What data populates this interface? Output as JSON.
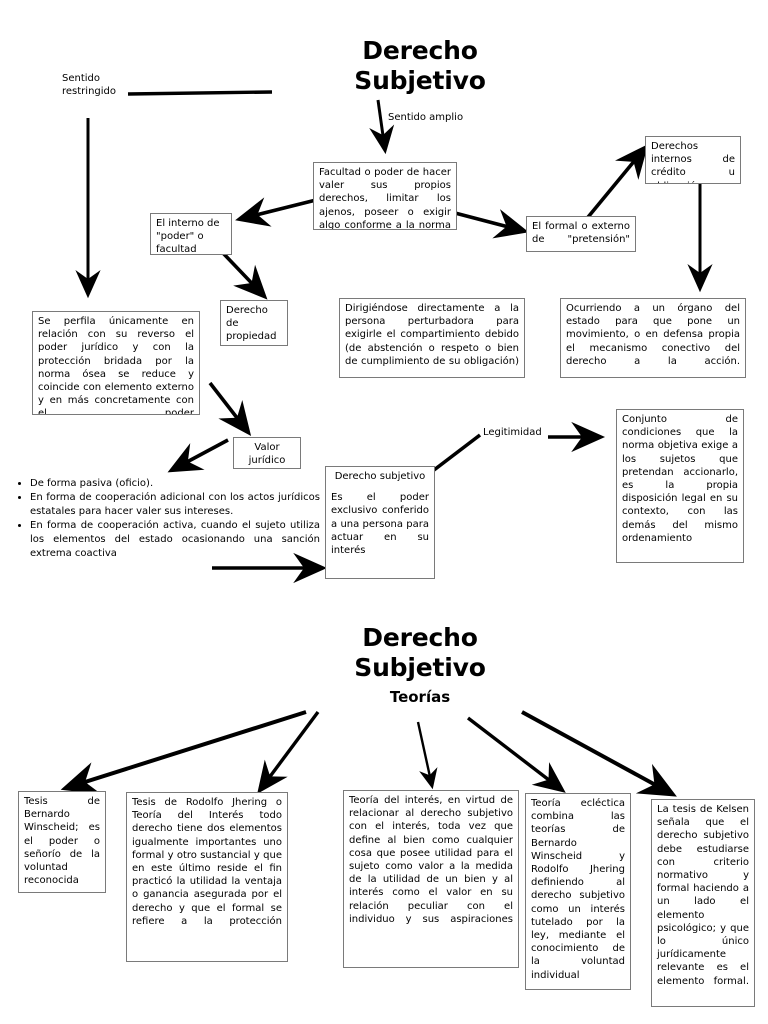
{
  "top_section": {
    "title": "Derecho\nSubjetivo",
    "title_line1": "Derecho",
    "title_line2": "Subjetivo",
    "labels": {
      "sentido_restringido": "Sentido\nrestringido",
      "sentido_amplio": "Sentido amplio",
      "legitimidad": "Legitimidad"
    },
    "boxes": {
      "facultad": "Facultad o poder de hacer valer sus propios derechos, limitar los ajenos, poseer o exigir algo conforme a la norma jurídica",
      "interno": "El interno de \"poder\" o facultad",
      "formal_externo": "El formal o externo de \"pretensión\"",
      "derechos_internos": "Derechos internos de crédito u obligación",
      "se_perfila": "Se perfila únicamente en relación con su reverso el poder jurídico y con la protección bridada por la norma ósea se reduce y coincide con elemento externo y en más concretamente con el poder",
      "derecho_propiedad": "Derecho de propiedad",
      "dirigiendose": "Dirigiéndose directamente a la persona perturbadora para exigirle el compartimiento debido (de abstención o respeto o bien de cumplimiento de su obligación)",
      "ocurriendo": "Ocurriendo a un órgano del estado para que pone un movimiento, o en defensa propia el mecanismo conectivo del derecho a la acción.",
      "valor_juridico": "Valor jurídico",
      "derecho_subjetivo_hdr": "Derecho subjetivo",
      "derecho_subjetivo_body": "Es el poder exclusivo conferido a una persona para actuar en su interés",
      "conjunto": "Conjunto de condiciones que la norma objetiva exige a los sujetos que pretendan accionarlo, es la propia disposición legal en su contexto, con las demás del mismo ordenamiento"
    },
    "bullets": [
      "De forma pasiva (oficio).",
      "En forma de cooperación adicional con los actos jurídicos estatales para hacer valer sus intereses.",
      "En forma de cooperación activa, cuando el sujeto utiliza los elementos del estado ocasionando una sanción extrema coactiva"
    ]
  },
  "bottom_section": {
    "title_line1": "Derecho",
    "title_line2": "Subjetivo",
    "subtitle": "Teorías",
    "boxes": {
      "winscheid": "Tesis de Bernardo Winscheid; es el poder o señorío de la voluntad reconocida",
      "jhering": "Tesis de Rodolfo Jhering o Teoría del Interés todo derecho tiene dos elementos igualmente importantes uno formal y otro sustancial y que en este último reside el fin practicó la utilidad la ventaja o ganancia asegurada por el derecho y que el formal se refiere a la protección",
      "teoria_interes": "Teoría del interés, en virtud de relacionar al derecho subjetivo con el interés, toda vez que define al bien como cualquier cosa que posee utilidad para el sujeto como valor a la medida de la utilidad de un bien y al interés como el valor en su relación peculiar con el individuo y sus aspiraciones",
      "eclectica": "Teoría ecléctica combina las teorías de Bernardo Winscheid y Rodolfo Jhering definiendo al derecho subjetivo como un interés tutelado por la ley, mediante el conocimiento de la voluntad individual",
      "kelsen": "La tesis de Kelsen señala que el derecho subjetivo debe estudiarse con criterio normativo y formal haciendo a un lado el elemento psicológico; y que lo único jurídicamente relevante es el elemento formal."
    }
  },
  "colors": {
    "stroke": "#000000",
    "box_border": "#7a7a7a",
    "background": "#ffffff",
    "text": "#000000"
  }
}
